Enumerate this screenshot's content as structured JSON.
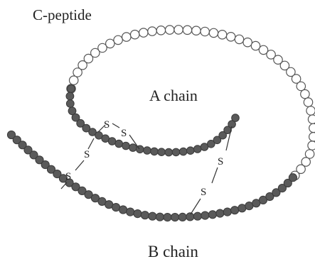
{
  "labels": {
    "c_peptide": "C-peptide",
    "a_chain": "A chain",
    "b_chain": "B chain"
  },
  "disulfide_symbol": "S",
  "colors": {
    "filled_residue": "#5a5a5a",
    "filled_stroke": "#3a3a3a",
    "open_residue_fill": "#ffffff",
    "open_residue_stroke": "#555555",
    "text": "#222222"
  }
}
